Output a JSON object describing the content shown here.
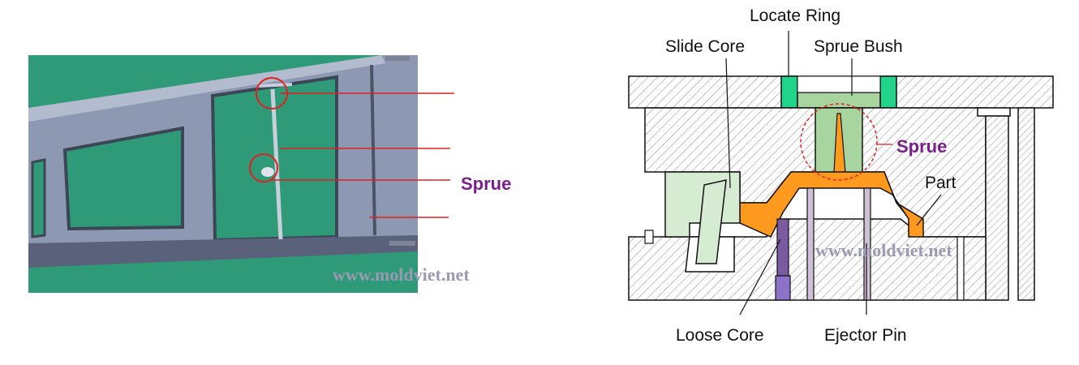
{
  "photo": {
    "callout_label": "Sprue",
    "watermark": "www.moldviet.net"
  },
  "diagram": {
    "labels": {
      "locate_ring": "Locate Ring",
      "slide_core": "Slide Core",
      "sprue_bush": "Sprue Bush",
      "sprue": "Sprue",
      "part": "Part",
      "loose_core": "Loose Core",
      "ejector_pin": "Ejector Pin"
    },
    "watermark": "www.moldviet.net"
  },
  "colors": {
    "sprue_label": "#7a1f8c",
    "callout_line": "#e02020",
    "part": "#ff9a1f",
    "sprue_bush": "#a8d4a0",
    "locate_ring": "#22d489",
    "slide_core": "#d6ecd2",
    "loose_core": "#7a5aa0",
    "watermark": "#9a9ab4",
    "photo_background": "#2f9a78",
    "console": "#8d98b2"
  }
}
